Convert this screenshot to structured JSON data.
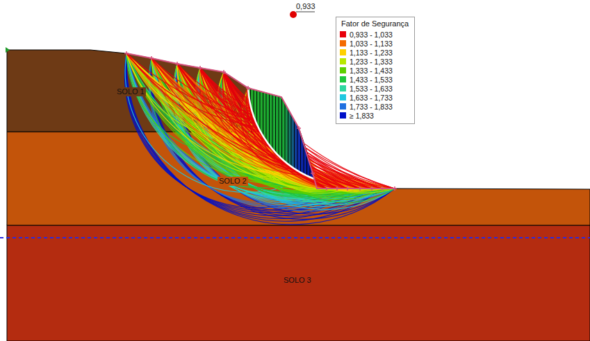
{
  "diagram": {
    "labels": [
      "0,933",
      "Fator de Segurança",
      "SOLO 1",
      "SOLO 2",
      "SOLO 3"
    ],
    "legend": [
      {
        "text": "0,933 - 1,033",
        "color": "#E8000B"
      },
      {
        "text": "1,033 - 1,133",
        "color": "#F46A00"
      },
      {
        "text": "1,133 - 1,233",
        "color": "#FFD000"
      },
      {
        "text": "1,233 - 1,333",
        "color": "#B8E800"
      },
      {
        "text": "1,333 - 1,433",
        "color": "#5ED000"
      },
      {
        "text": "1,433 - 1,533",
        "color": "#1EC83C"
      },
      {
        "text": "1,533 - 1,633",
        "color": "#2ED8A0"
      },
      {
        "text": "1,633 - 1,733",
        "color": "#20C8E0"
      },
      {
        "text": "1,733 - 1,833",
        "color": "#2070E0"
      },
      {
        "text": "≥ 1,833",
        "color": "#0010C8"
      }
    ]
  }
}
